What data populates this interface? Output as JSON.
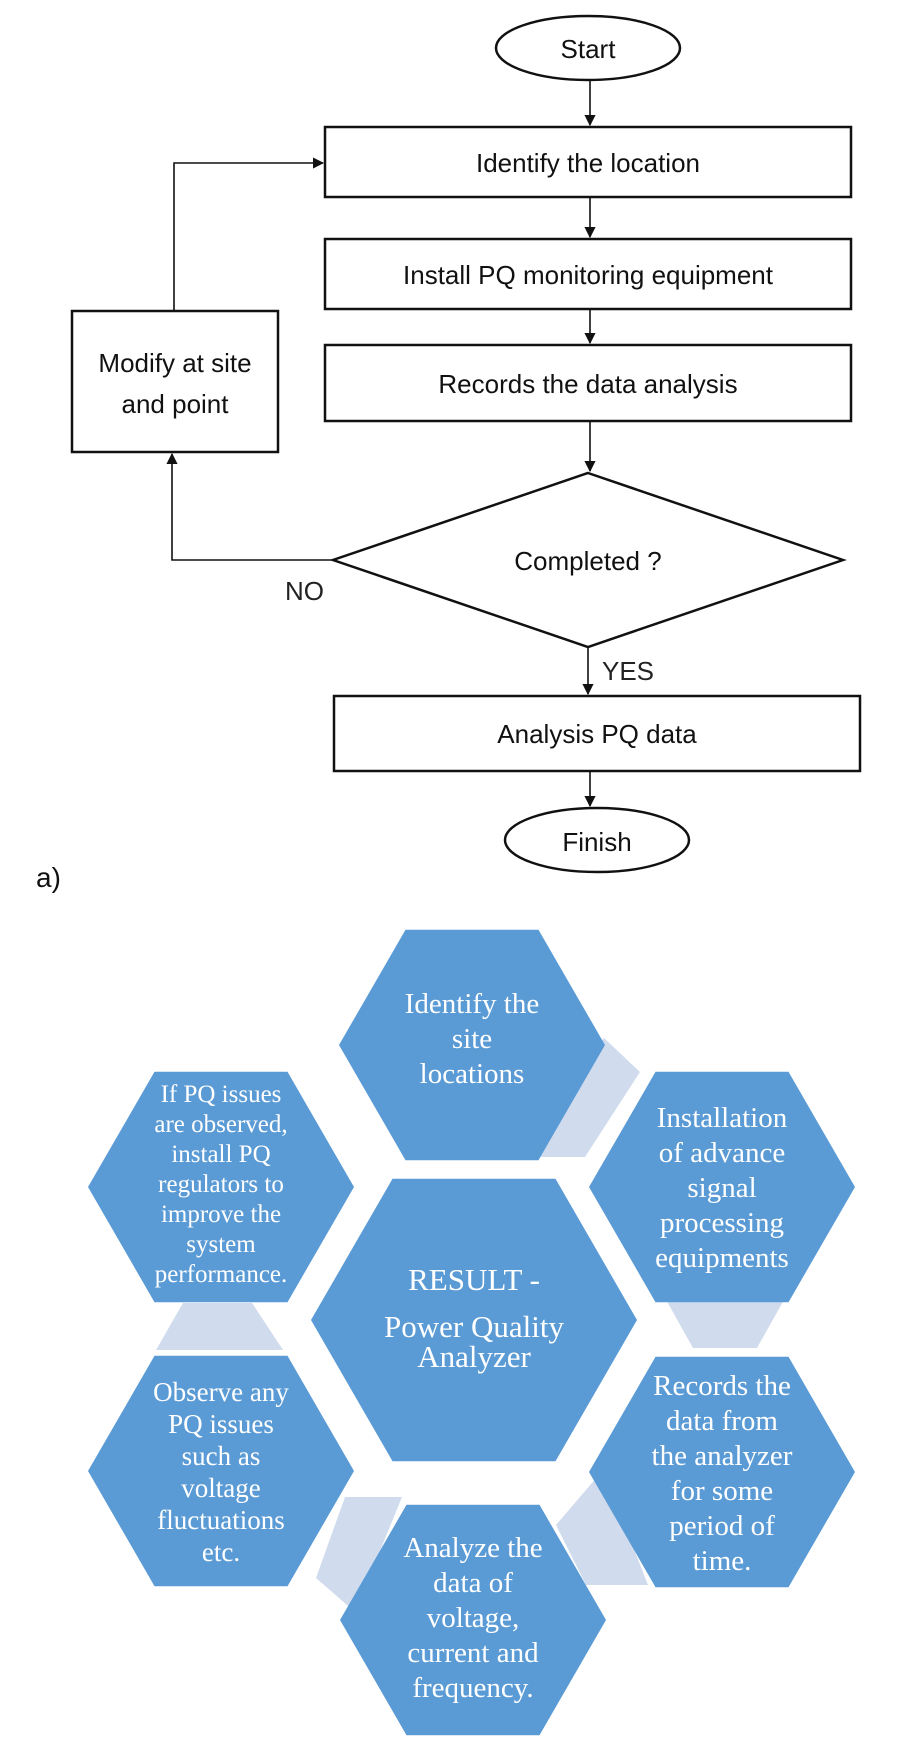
{
  "flowchart": {
    "start": "Start",
    "identify": "Identify the location",
    "install": "Install PQ monitoring equipment",
    "records": "Records the data analysis",
    "decision": "Completed ?",
    "modify": [
      "Modify at site",
      "and point"
    ],
    "no_label": "NO",
    "yes_label": "YES",
    "analysis": "Analysis PQ data",
    "finish": "Finish"
  },
  "panel_a_label": "a)",
  "hex_cycle": {
    "fill_color": "#5b9bd5",
    "connector_color": "#d0dbee",
    "center": [
      "RESULT -",
      "Power Quality",
      "Analyzer"
    ],
    "top": [
      "Identify the",
      "site",
      "locations"
    ],
    "upper_right": [
      "Installation",
      "of advance",
      "signal",
      "processing",
      "equipments"
    ],
    "lower_right": [
      "Records the",
      "data from",
      "the analyzer",
      "for some",
      "period of",
      "time."
    ],
    "bottom": [
      "Analyze the",
      "data of",
      "voltage,",
      "current and",
      "frequency."
    ],
    "lower_left": [
      "Observe any",
      "PQ issues",
      "such as",
      "voltage",
      "fluctuations",
      "etc."
    ],
    "upper_left": [
      "If PQ issues",
      "are observed,",
      "install PQ",
      "regulators to",
      "improve the",
      "system",
      "performance."
    ]
  }
}
